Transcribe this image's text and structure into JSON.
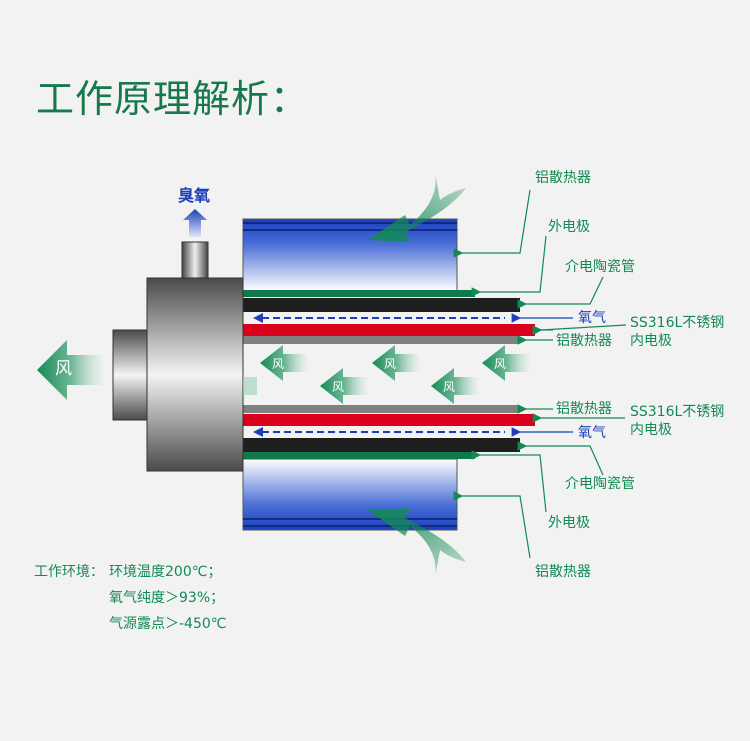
{
  "title": "工作原理解析：",
  "ozone_label": "臭氧",
  "wind_label": "风",
  "labels": {
    "top_heatsink": "铝散热器",
    "top_outer_electrode": "外电极",
    "top_ceramic_tube": "介电陶瓷管",
    "top_oxygen": "氧气",
    "top_inner_heatsink": "铝散热器",
    "top_ss": "SS316L不锈钢",
    "top_inner_electrode": "内电极",
    "bottom_inner_heatsink": "铝散热器",
    "bottom_ss": "SS316L不锈钢",
    "bottom_inner_electrode": "内电极",
    "bottom_oxygen": "氧气",
    "bottom_ceramic_tube": "介电陶瓷管",
    "bottom_outer_electrode": "外电极",
    "bottom_heatsink": "铝散热器"
  },
  "environment": {
    "heading": "工作环境：",
    "lines": [
      "环境温度200℃；",
      "氧气纯度＞93%；",
      "气源露点＞-450℃"
    ]
  },
  "colors": {
    "green": "#138a55",
    "blue": "#1c3fb8",
    "red": "#d9001b"
  }
}
